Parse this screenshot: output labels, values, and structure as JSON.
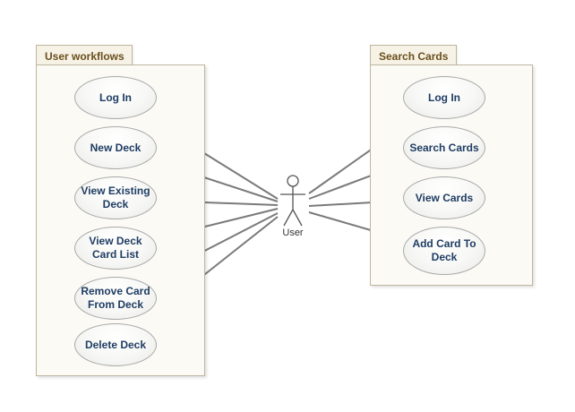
{
  "packages": {
    "user_workflows": {
      "title": "User workflows",
      "use_cases": [
        "Log In",
        "New Deck",
        "View Existing Deck",
        "View Deck Card List",
        "Remove Card From Deck",
        "Delete Deck"
      ]
    },
    "search_cards": {
      "title": "Search Cards",
      "use_cases": [
        "Log In",
        "Search Cards",
        "View Cards",
        "Add Card To Deck"
      ]
    }
  },
  "actor": {
    "label": "User"
  },
  "colors": {
    "package_fill": "#fbfaf5",
    "package_tab": "#f6f2e6",
    "package_title": "#6b4f1d",
    "use_case_text": "#1f3d63",
    "association": "#7a7a7a"
  }
}
